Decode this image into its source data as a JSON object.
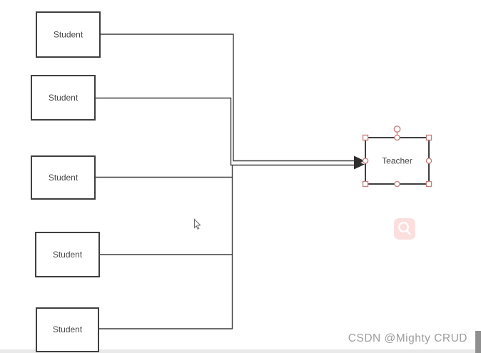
{
  "diagram": {
    "nodes": [
      {
        "id": "student-1",
        "label": "Student",
        "selected": false
      },
      {
        "id": "student-2",
        "label": "Student",
        "selected": false
      },
      {
        "id": "student-3",
        "label": "Student",
        "selected": false
      },
      {
        "id": "student-4",
        "label": "Student",
        "selected": false
      },
      {
        "id": "student-5",
        "label": "Student",
        "selected": false
      },
      {
        "id": "teacher",
        "label": "Teacher",
        "selected": true
      }
    ],
    "edges": [
      {
        "from": "student-1",
        "to": "teacher"
      },
      {
        "from": "student-2",
        "to": "teacher"
      },
      {
        "from": "student-3",
        "to": "teacher"
      },
      {
        "from": "student-4",
        "to": "teacher"
      },
      {
        "from": "student-5",
        "to": "teacher"
      }
    ],
    "selection": {
      "selected_node": "teacher",
      "handle_color": "#c9827e",
      "handles": [
        "rotate",
        "nw",
        "n",
        "ne",
        "w",
        "e",
        "sw",
        "s",
        "se"
      ]
    }
  },
  "colors": {
    "canvas_bg": "#ffffff",
    "node_border": "#3f3f3f",
    "node_fill": "#ffffff",
    "node_text": "#474747",
    "edge": "#3d3d3d",
    "selection_handle": "#c9827e",
    "watermark_text": "#9d9d9d",
    "search_icon_bg": "#fbdfdf",
    "scrollbar_thumb": "#8f8f8f",
    "bottom_bar": "#e9e9e9"
  },
  "watermark": {
    "text": "CSDN @Mighty CRUD",
    "icon": "magnifier-icon"
  }
}
